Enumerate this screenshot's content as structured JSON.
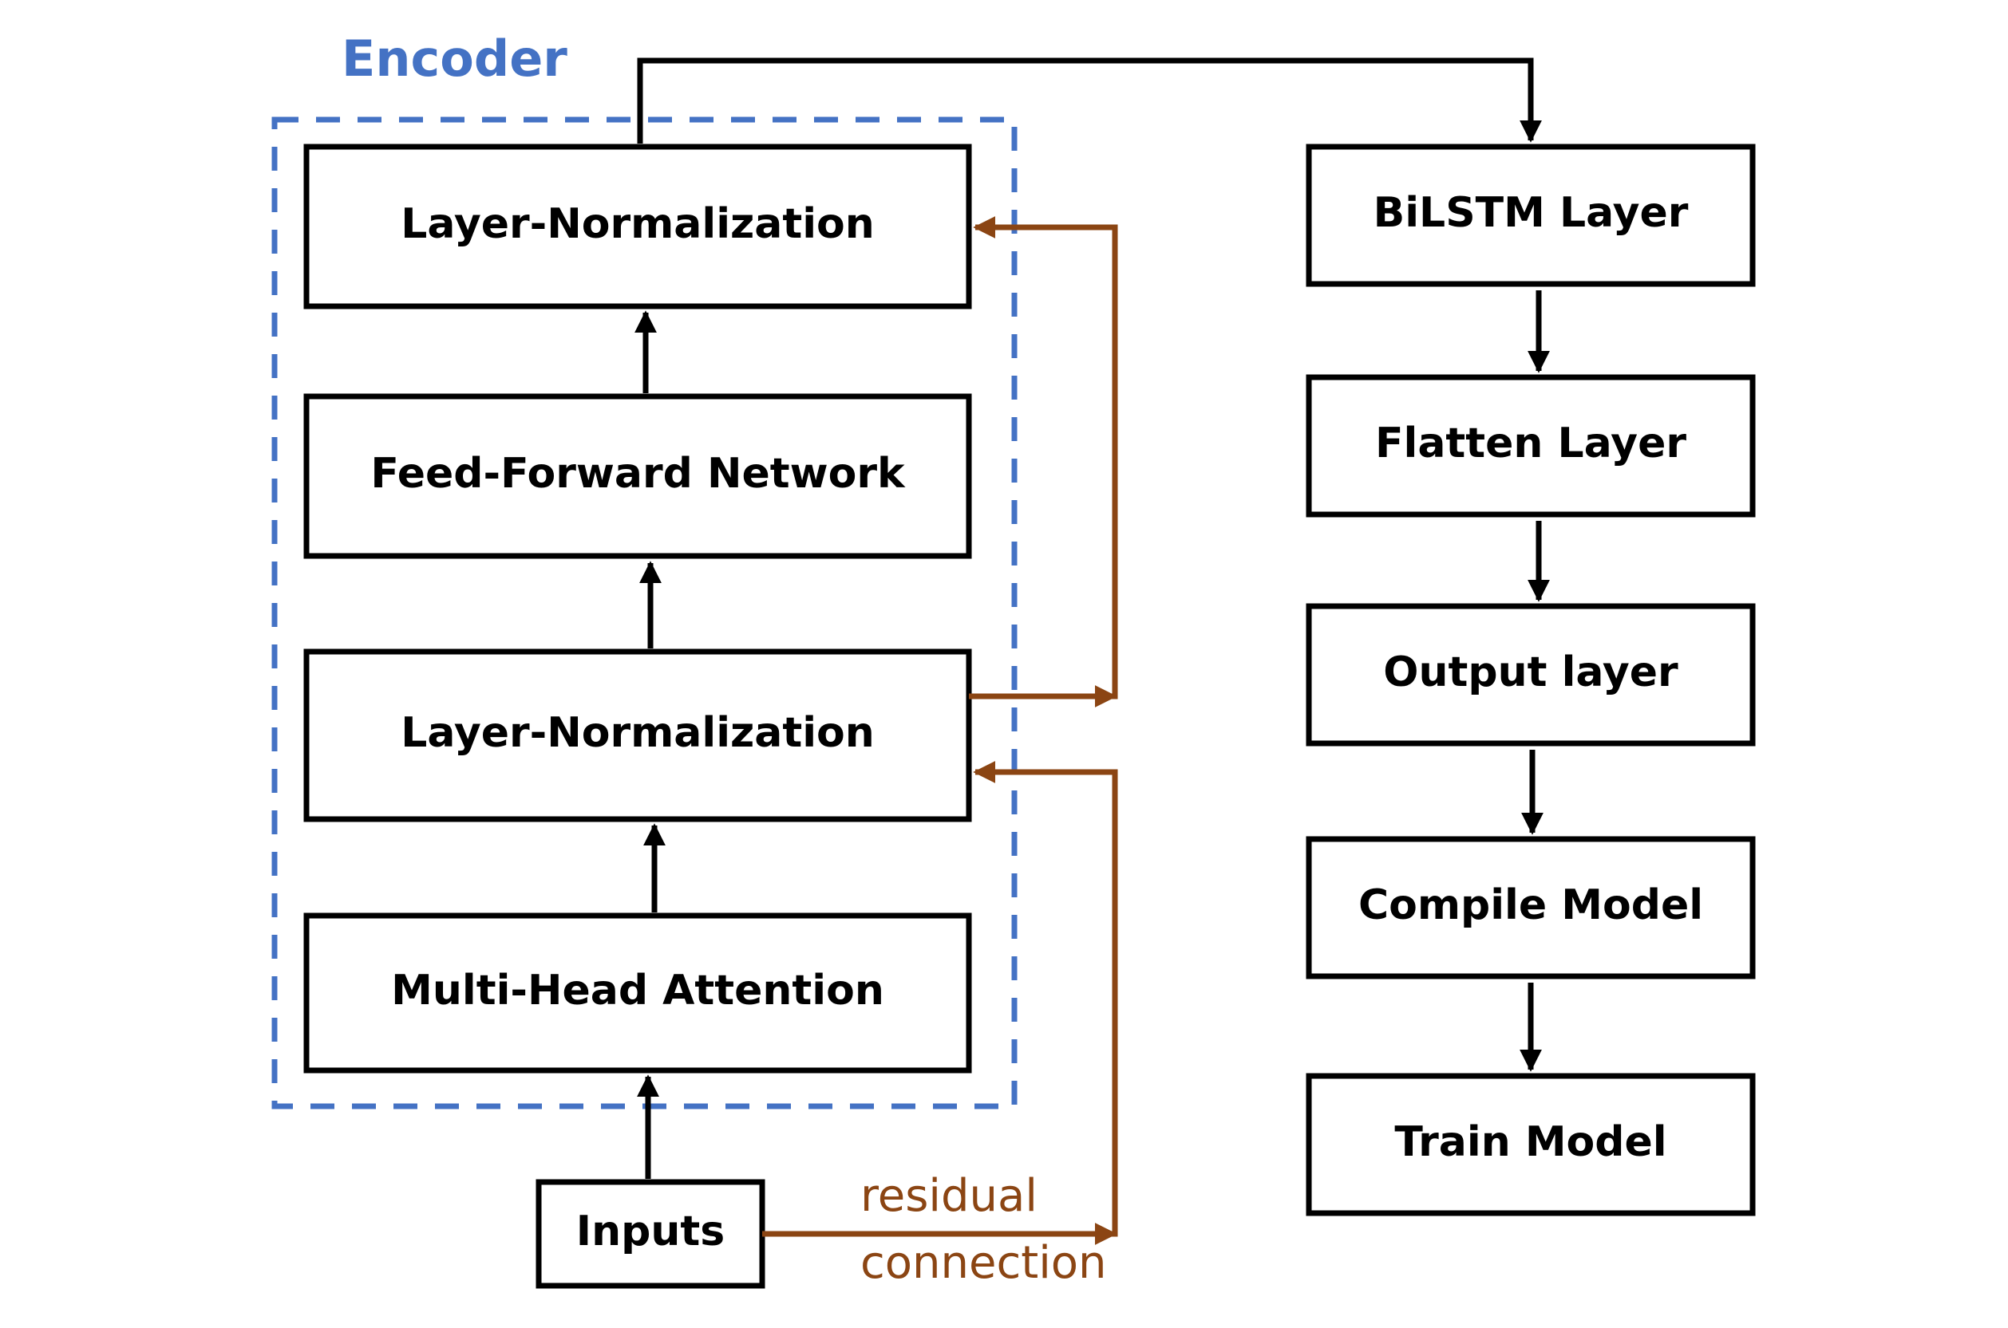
{
  "encoder": {
    "title": "Encoder",
    "blocks": [
      "Layer-Normalization",
      "Feed-Forward Network",
      "Layer-Normalization",
      "Multi-Head Attention"
    ]
  },
  "inputs_label": "Inputs",
  "residual": {
    "line1": "residual",
    "line2": "connection"
  },
  "pipeline": [
    "BiLSTM Layer",
    "Flatten Layer",
    "Output layer",
    "Compile Model",
    "Train Model"
  ],
  "colors": {
    "encoder_dash": "#4472C4",
    "residual": "#8B4513",
    "stroke": "#000000"
  }
}
